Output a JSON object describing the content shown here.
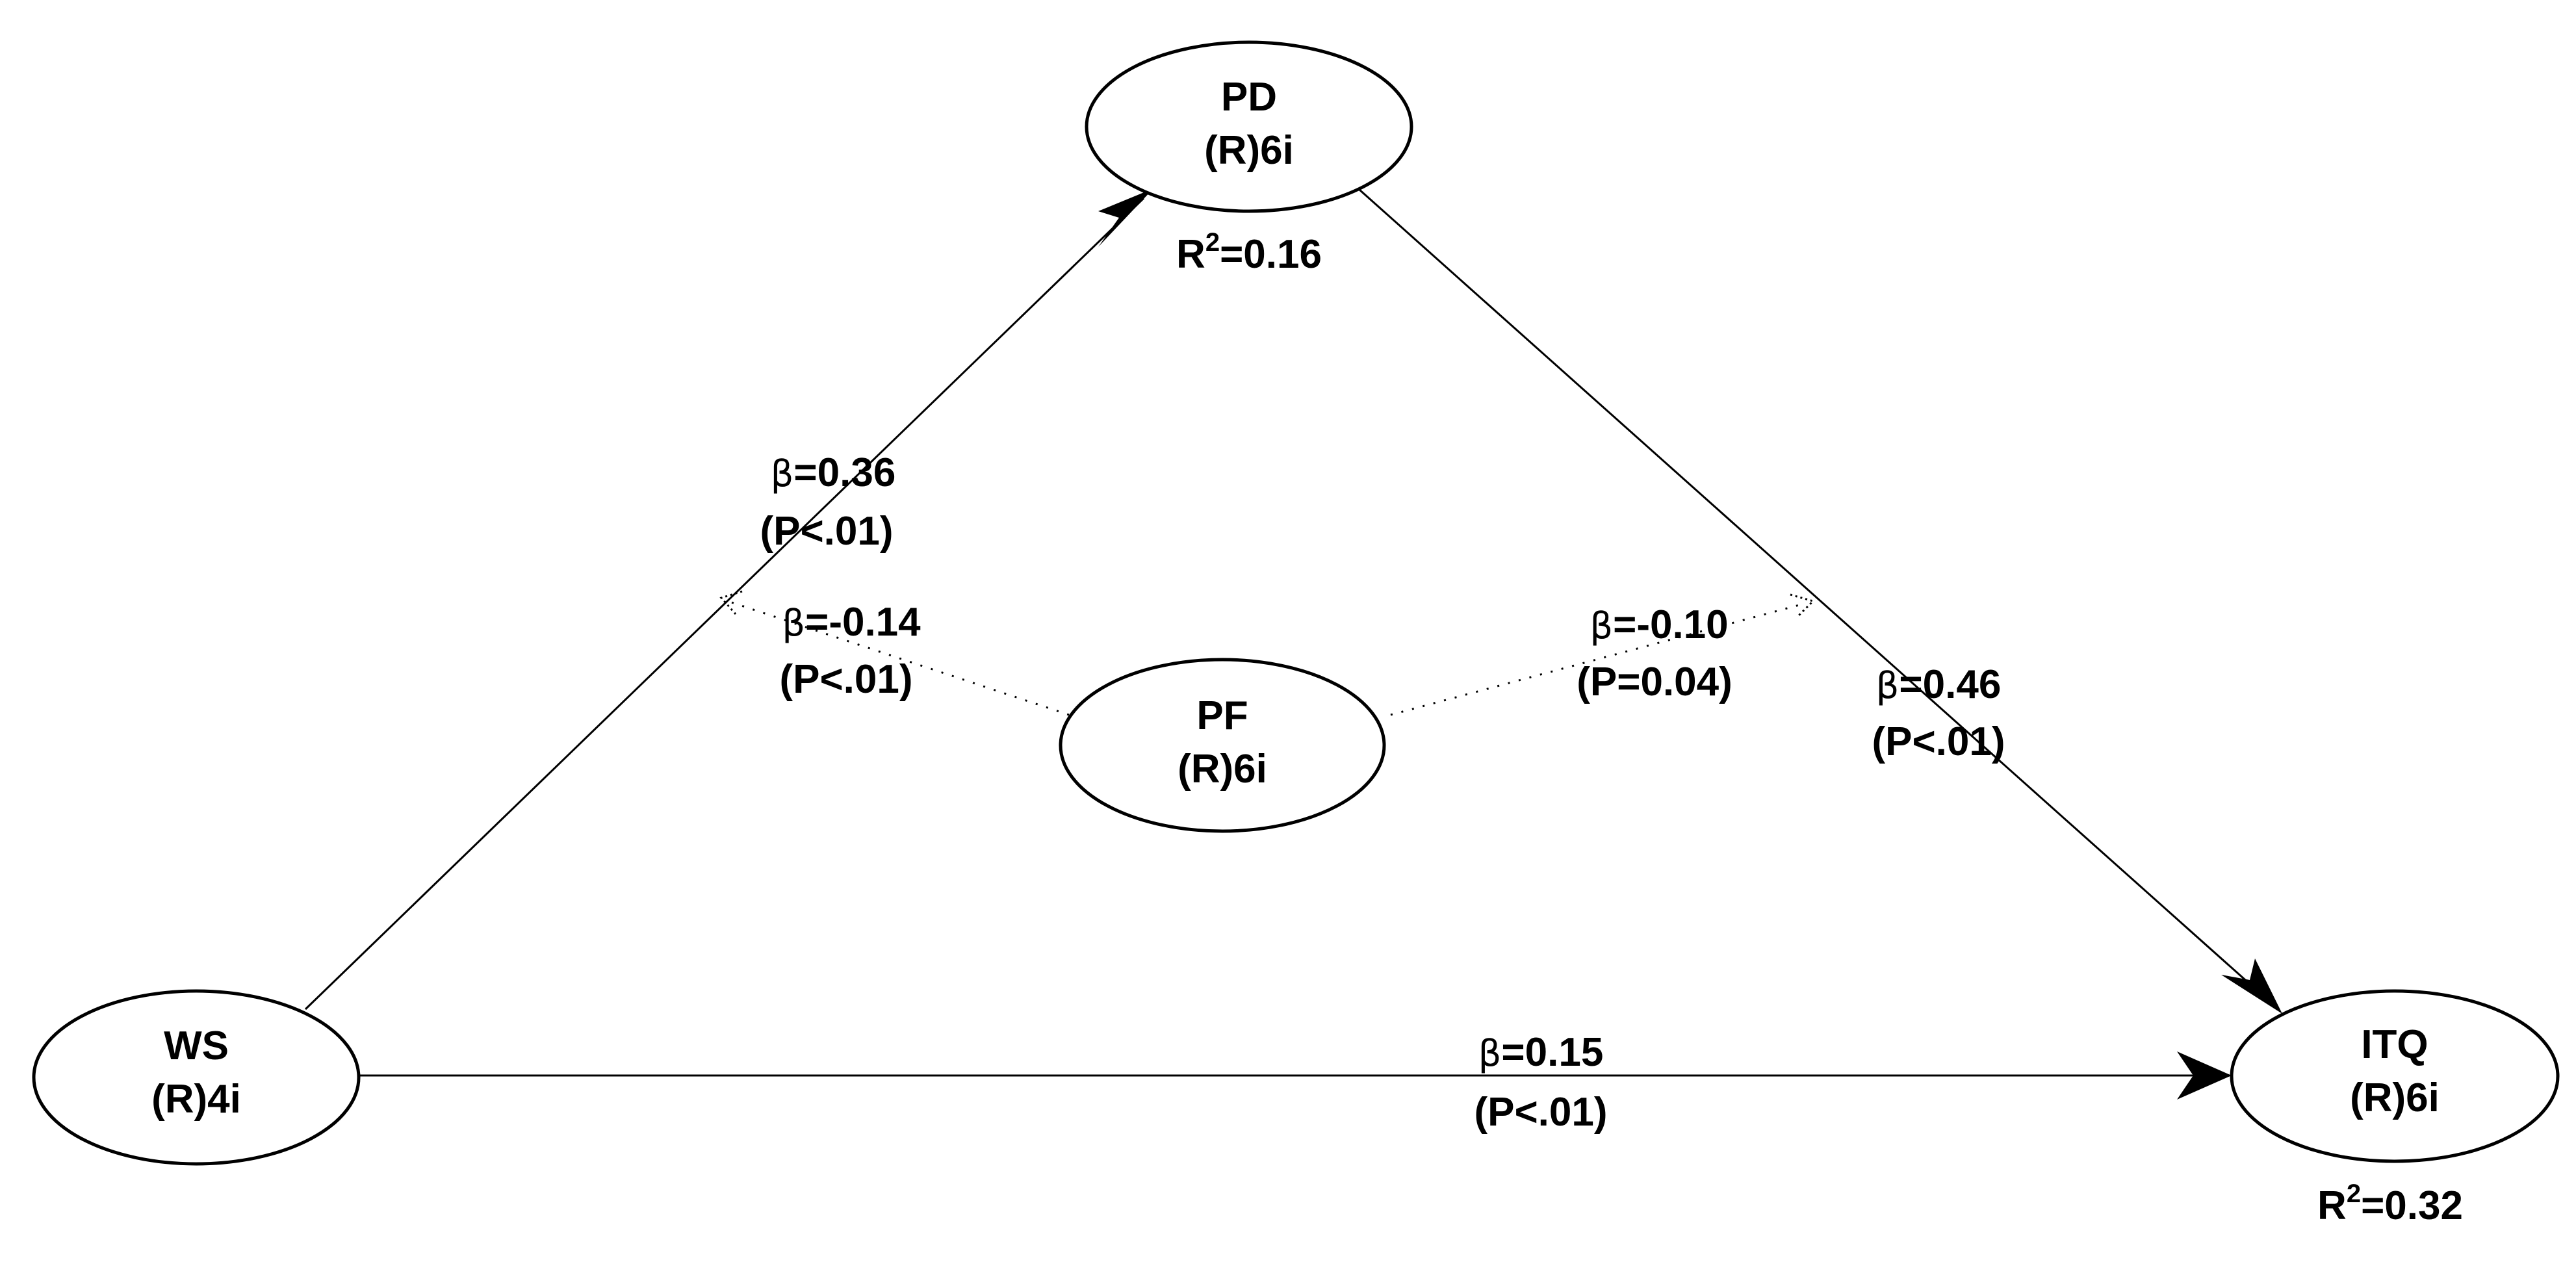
{
  "diagram": {
    "type": "path_model",
    "nodes": [
      {
        "id": "PD",
        "name": "PD",
        "sub": "(R)6i",
        "r2_prefix": "R",
        "r2_sup": "2",
        "r2_value": "=0.16"
      },
      {
        "id": "PF",
        "name": "PF",
        "sub": "(R)6i"
      },
      {
        "id": "WS",
        "name": "WS",
        "sub": "(R)4i"
      },
      {
        "id": "ITQ",
        "name": "ITQ",
        "sub": "(R)6i",
        "r2_prefix": "R",
        "r2_sup": "2",
        "r2_value": "=0.32"
      }
    ],
    "paths": [
      {
        "from": "WS",
        "to": "PD",
        "style": "solid",
        "beta_symbol": "β",
        "beta": "=0.36",
        "p": "(P<.01)"
      },
      {
        "from": "PD",
        "to": "ITQ",
        "style": "solid",
        "beta_symbol": "β",
        "beta": "=0.46",
        "p": "(P<.01)"
      },
      {
        "from": "WS",
        "to": "ITQ",
        "style": "solid",
        "beta_symbol": "β",
        "beta": "=0.15",
        "p": "(P<.01)"
      },
      {
        "from": "PF",
        "to": "WS→PD",
        "style": "dotted",
        "beta_symbol": "β",
        "beta": "=-0.14",
        "p": "(P<.01)"
      },
      {
        "from": "PF",
        "to": "PD→ITQ",
        "style": "dotted",
        "beta_symbol": "β",
        "beta": "=-0.10",
        "p": "(P=0.04)"
      }
    ]
  },
  "colors": {
    "stroke": "#000000",
    "background": "#ffffff"
  }
}
